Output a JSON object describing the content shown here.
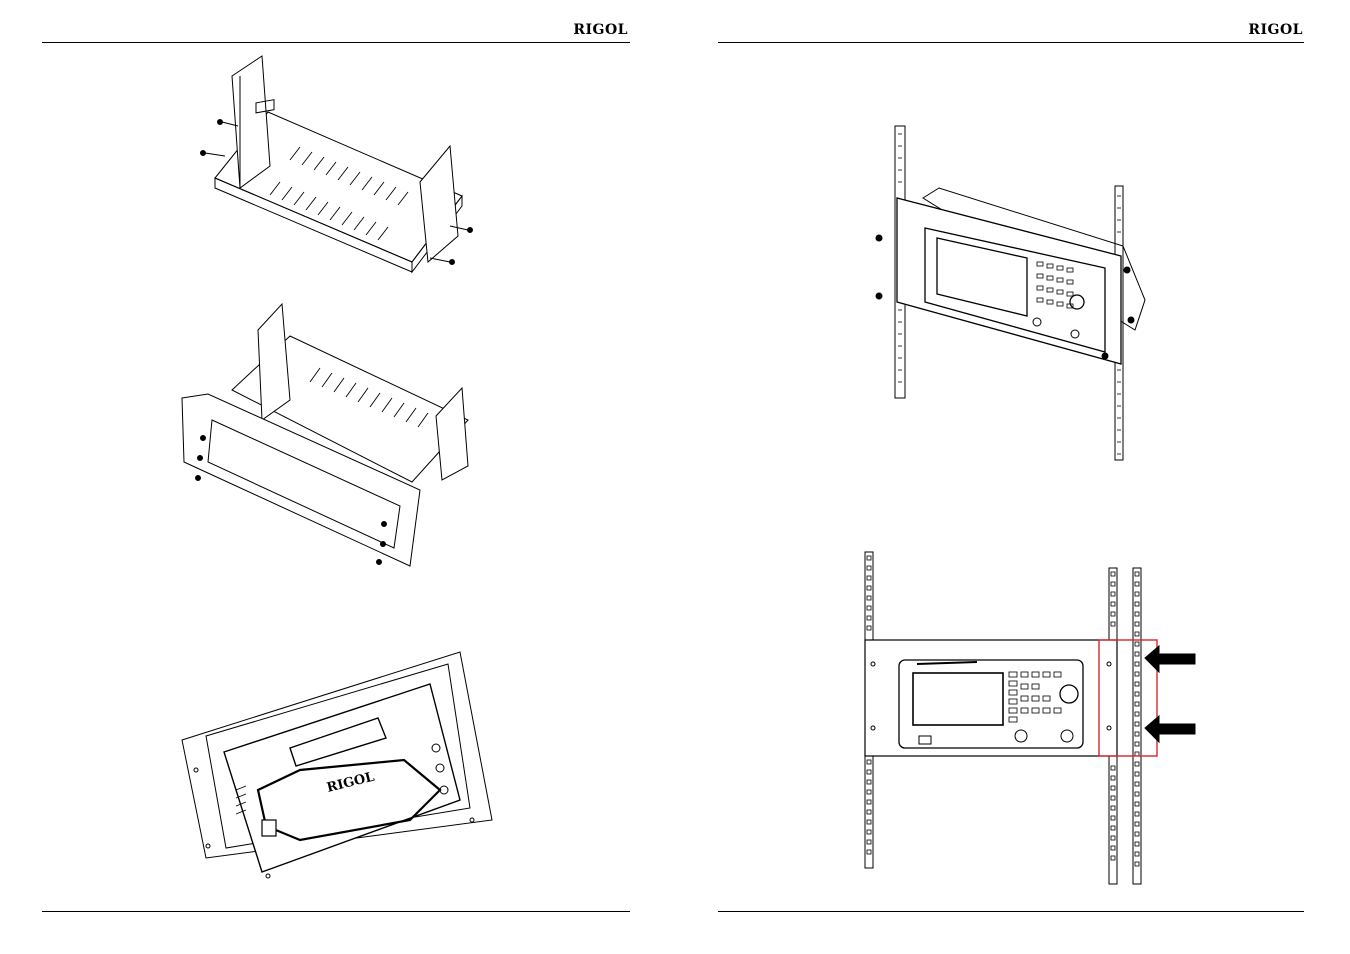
{
  "header": {
    "left_brand": "RIGOL",
    "right_brand": "RIGOL"
  },
  "figure": {
    "front_panel_logo": "RIGOL"
  },
  "colors": {
    "ink": "#000000",
    "highlight_frame": "#d9262c",
    "arrow": "#000000"
  }
}
